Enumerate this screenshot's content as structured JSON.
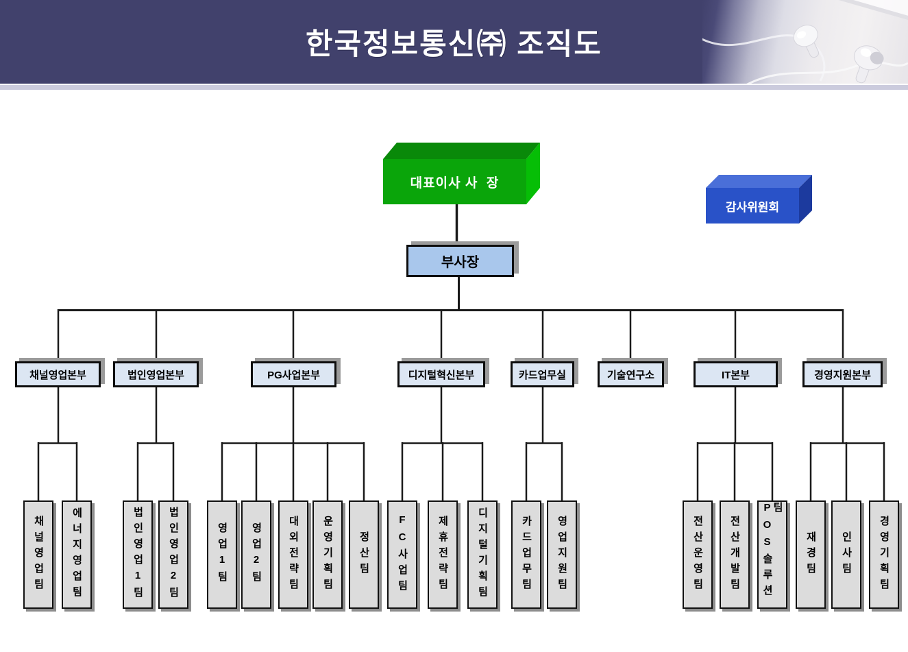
{
  "header": {
    "title": "한국정보통신㈜ 조직도"
  },
  "org": {
    "ceo_label": "대표이사 사  장",
    "audit_label": "감사위원회",
    "vp_label": "부사장",
    "departments": [
      {
        "label": "채널영업본부",
        "teams": [
          "채널영업팀",
          "에너지영업팀"
        ]
      },
      {
        "label": "법인영업본부",
        "teams": [
          "법인영업1팀",
          "법인영업2팀"
        ]
      },
      {
        "label": "PG사업본부",
        "teams": [
          "영업1팀",
          "영업2팀",
          "대외전략팀",
          "운영기획팀",
          "정산팀"
        ]
      },
      {
        "label": "디지털혁신본부",
        "teams": [
          "FC사업팀",
          "제휴전략팀",
          "디지털기획팀"
        ]
      },
      {
        "label": "카드업무실",
        "teams": [
          "카드업무팀",
          "영업지원팀"
        ]
      },
      {
        "label": "기술연구소",
        "teams": []
      },
      {
        "label": "IT본부",
        "teams": [
          "전산운영팀",
          "전산개발팀",
          "POS솔루션팀"
        ]
      },
      {
        "label": "경영지원본부",
        "teams": [
          "재경팀",
          "인사팀",
          "경영기획팀"
        ]
      }
    ]
  },
  "colors": {
    "header_bg": "#41416C",
    "header_strip": "#CBCBDD",
    "ceo_front": "#0AA50A",
    "ceo_top": "#098909",
    "ceo_side": "#06BE06",
    "audit_front": "#2952C8",
    "audit_top": "#4A6FD8",
    "audit_side": "#1C3A9E",
    "vp_fill": "#A9C7EC",
    "dept_fill": "#DCE6F3",
    "team_fill": "#DCDCDC",
    "line": "#1A1A1A"
  }
}
